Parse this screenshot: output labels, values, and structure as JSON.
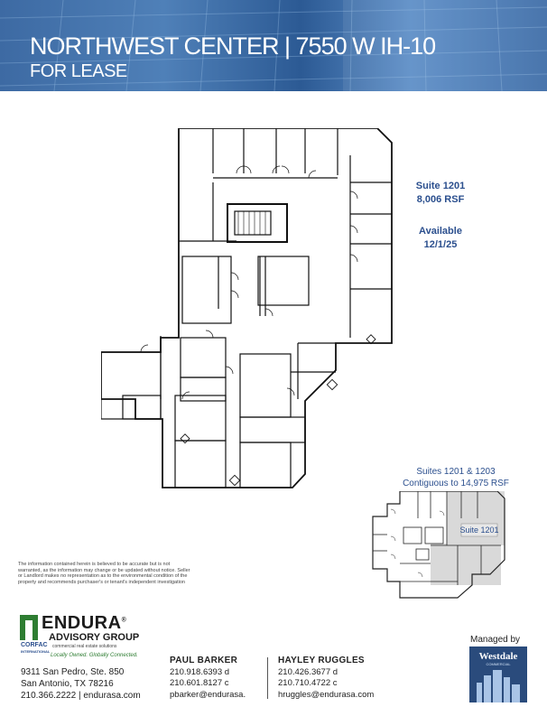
{
  "banner": {
    "title": "NORTHWEST CENTER | 7550 W IH-10",
    "subtitle": "FOR LEASE"
  },
  "suite": {
    "name": "Suite 1201",
    "size": "8,006 RSF",
    "availability_label": "Available",
    "availability_date": "12/1/25"
  },
  "keyplan": {
    "caption_line1": "Suites 1201 & 1203",
    "caption_line2": "Contiguous to 14,975 RSF",
    "suite_label": "Suite 1201"
  },
  "disclaimer": "The information contained herein is believed to be accurate but is not warranted, as the information may change or be updated without notice. Seller or Landlord makes no representation as to the environmental condition of the property and recommends purchaser's or tenant's independent investigation",
  "company": {
    "brand": "ENDURA",
    "registered": "®",
    "group": "ADVISORY GROUP",
    "corfac": "CORFAC",
    "corfac_sub": "INTERNATIONAL",
    "solutions": "commercial real estate solutions",
    "tagline": "Locally Owned. Globally Connected.",
    "address1": "9311 San Pedro, Ste. 850",
    "address2": "San Antonio, TX 78216",
    "phone_web": "210.366.2222 | endurasa.com"
  },
  "contacts": [
    {
      "name": "PAUL BARKER",
      "line1": "210.918.6393 d",
      "line2": "210.601.8127 c",
      "email": "pbarker@endurasa."
    },
    {
      "name": "HAYLEY RUGGLES",
      "line1": "210.426.3677 d",
      "line2": "210.710.4722 c",
      "email": "hruggles@endurasa.com"
    }
  ],
  "management": {
    "label": "Managed by",
    "brand": "Westdale",
    "brand_sub": "COMMERCIAL"
  },
  "colors": {
    "banner_blue": "#3d6aa3",
    "text_blue": "#2b4f8e",
    "endura_green": "#2e7d32",
    "westdale_navy": "#2a4b7c"
  }
}
